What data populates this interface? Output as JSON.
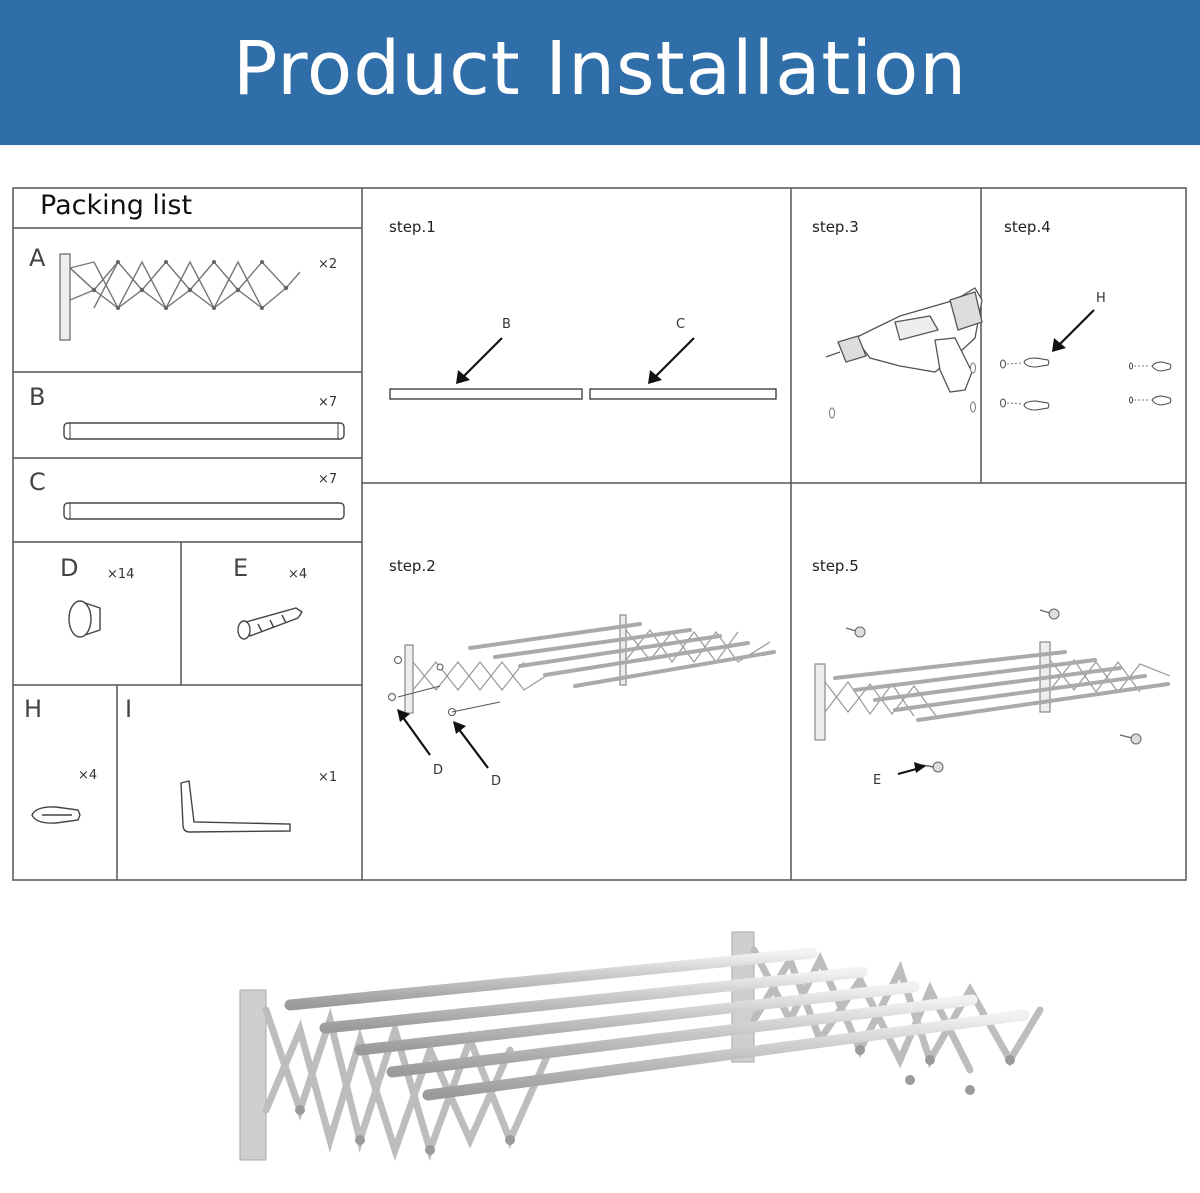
{
  "header": {
    "title": "Product Installation"
  },
  "packing_list": {
    "title": "Packing list",
    "parts": [
      {
        "letter": "A",
        "qty": "×2"
      },
      {
        "letter": "B",
        "qty": "×7"
      },
      {
        "letter": "C",
        "qty": "×7"
      },
      {
        "letter": "D",
        "qty": "×14"
      },
      {
        "letter": "E",
        "qty": "×4"
      },
      {
        "letter": "H",
        "qty": "×4"
      },
      {
        "letter": "I",
        "qty": "×1"
      }
    ]
  },
  "steps": [
    {
      "label": "step.1",
      "callouts": [
        "B",
        "C"
      ]
    },
    {
      "label": "step.2",
      "callouts": [
        "D",
        "D"
      ]
    },
    {
      "label": "step.3"
    },
    {
      "label": "step.4",
      "callouts": [
        "H"
      ]
    },
    {
      "label": "step.5",
      "callouts": [
        "E"
      ]
    }
  ],
  "colors": {
    "banner": "#2f6ea8",
    "banner_text": "#ffffff",
    "grid_line": "#555555",
    "metal": "#c8c8c8"
  }
}
